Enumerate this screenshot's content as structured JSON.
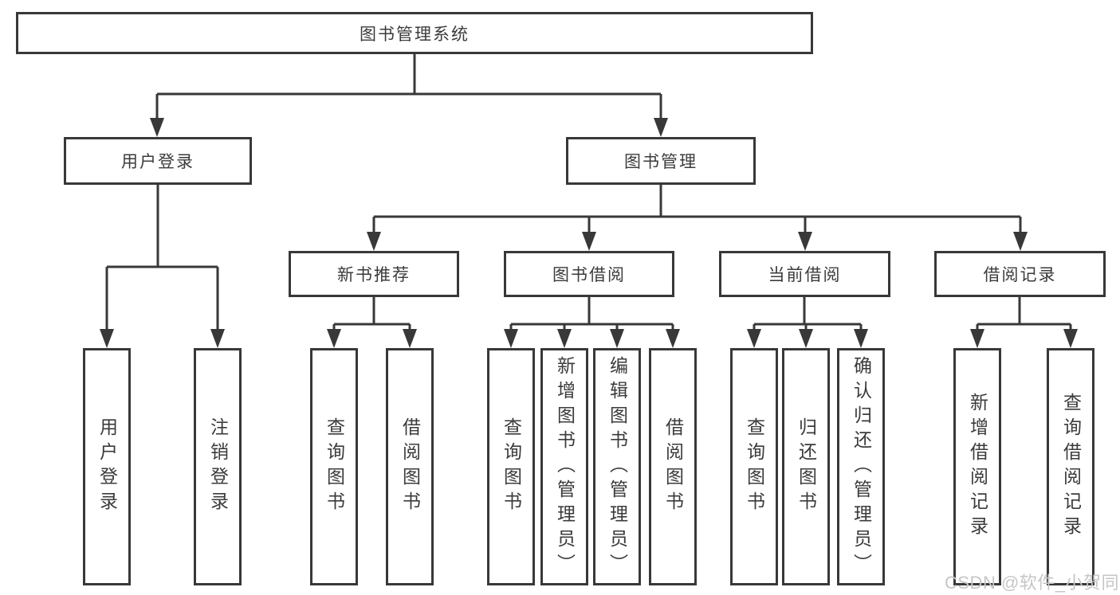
{
  "tree": {
    "root": {
      "label": "图书管理系统"
    },
    "branches": [
      {
        "label": "用户登录",
        "children": [
          {
            "label": "用户登录"
          },
          {
            "label": "注销登录"
          }
        ]
      },
      {
        "label": "图书管理",
        "children": [
          {
            "label": "新书推荐",
            "children": [
              {
                "label": "查询图书"
              },
              {
                "label": "借阅图书"
              }
            ]
          },
          {
            "label": "图书借阅",
            "children": [
              {
                "label": "查询图书"
              },
              {
                "label": "新增图书（管理员）"
              },
              {
                "label": "编辑图书（管理员）"
              },
              {
                "label": "借阅图书"
              }
            ]
          },
          {
            "label": "当前借阅",
            "children": [
              {
                "label": "查询图书"
              },
              {
                "label": "归还图书"
              },
              {
                "label": "确认归还（管理员）"
              }
            ]
          },
          {
            "label": "借阅记录",
            "children": [
              {
                "label": "新增借阅记录"
              },
              {
                "label": "查询借阅记录"
              }
            ]
          }
        ]
      }
    ]
  },
  "watermark": {
    "text": "CSDN @软件_小贺同学"
  },
  "colors": {
    "line": "#383838",
    "text": "#3b3b3b",
    "watermark": "#c6c6c6",
    "bg": "#ffffff"
  }
}
